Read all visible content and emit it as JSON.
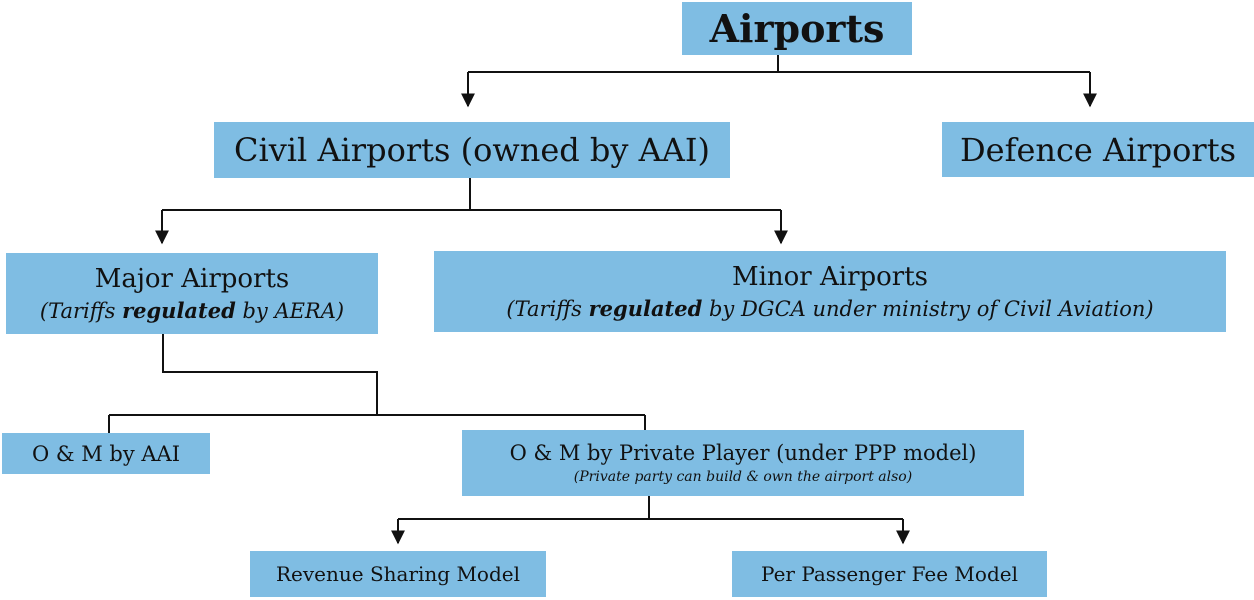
{
  "root": {
    "label": "Airports"
  },
  "civil": {
    "label": "Civil Airports (owned by AAI)"
  },
  "defence": {
    "label": "Defence Airports"
  },
  "major": {
    "label": "Major Airports",
    "note_pre": "(Tariffs ",
    "note_bold": "regulated",
    "note_post": " by AERA)"
  },
  "minor": {
    "label": "Minor Airports",
    "note_pre": "(Tariffs ",
    "note_bold": "regulated",
    "note_post": " by DGCA under ministry of Civil Aviation)"
  },
  "om_aai": {
    "label": "O & M by AAI"
  },
  "om_private": {
    "label": "O & M by Private Player (under PPP model)",
    "note": "(Private party can build & own the airport also)"
  },
  "revenue": {
    "label": "Revenue Sharing Model"
  },
  "per_passenger": {
    "label": "Per Passenger Fee Model"
  },
  "colors": {
    "box": "#7fbde3",
    "line": "#111111",
    "text": "#111111"
  }
}
